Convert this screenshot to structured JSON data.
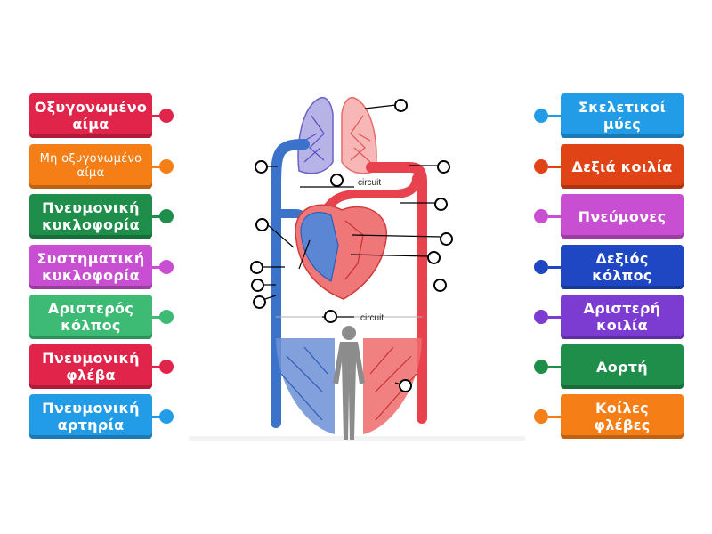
{
  "left_tiles": [
    {
      "label": "Οξυγονωμένο αίμα",
      "color": "#e0244a"
    },
    {
      "label": "Μη οξυγονωμένο αίμα",
      "color": "#f57e17"
    },
    {
      "label": "Πνευμονική κυκλοφορία",
      "color": "#1e8e4a"
    },
    {
      "label": "Συστηματική κυκλοφορία",
      "color": "#c84fd1"
    },
    {
      "label": "Αριστερός κόλπος",
      "color": "#3dba74"
    },
    {
      "label": "Πνευμονική φλέβα",
      "color": "#e0244a"
    },
    {
      "label": "Πνευμονική αρτηρία",
      "color": "#239ce8"
    }
  ],
  "right_tiles": [
    {
      "label": "Σκελετικοί μύες",
      "color": "#239ce8"
    },
    {
      "label": "Δεξιά κοιλία",
      "color": "#e04416"
    },
    {
      "label": "Πνεύμονες",
      "color": "#c84fd1"
    },
    {
      "label": "Δεξιός κόλπος",
      "color": "#1f47c4"
    },
    {
      "label": "Αριστερή κοιλία",
      "color": "#7c3bd1"
    },
    {
      "label": "Αορτή",
      "color": "#1e8e4a"
    },
    {
      "label": "Κοίλες φλέβες",
      "color": "#f57e17"
    }
  ],
  "diagram": {
    "upper_circuit_label": "circuit",
    "lower_circuit_label": "circuit"
  },
  "colors": {
    "oxygenated": "#e8424f",
    "deoxygenated": "#3a73c9"
  }
}
